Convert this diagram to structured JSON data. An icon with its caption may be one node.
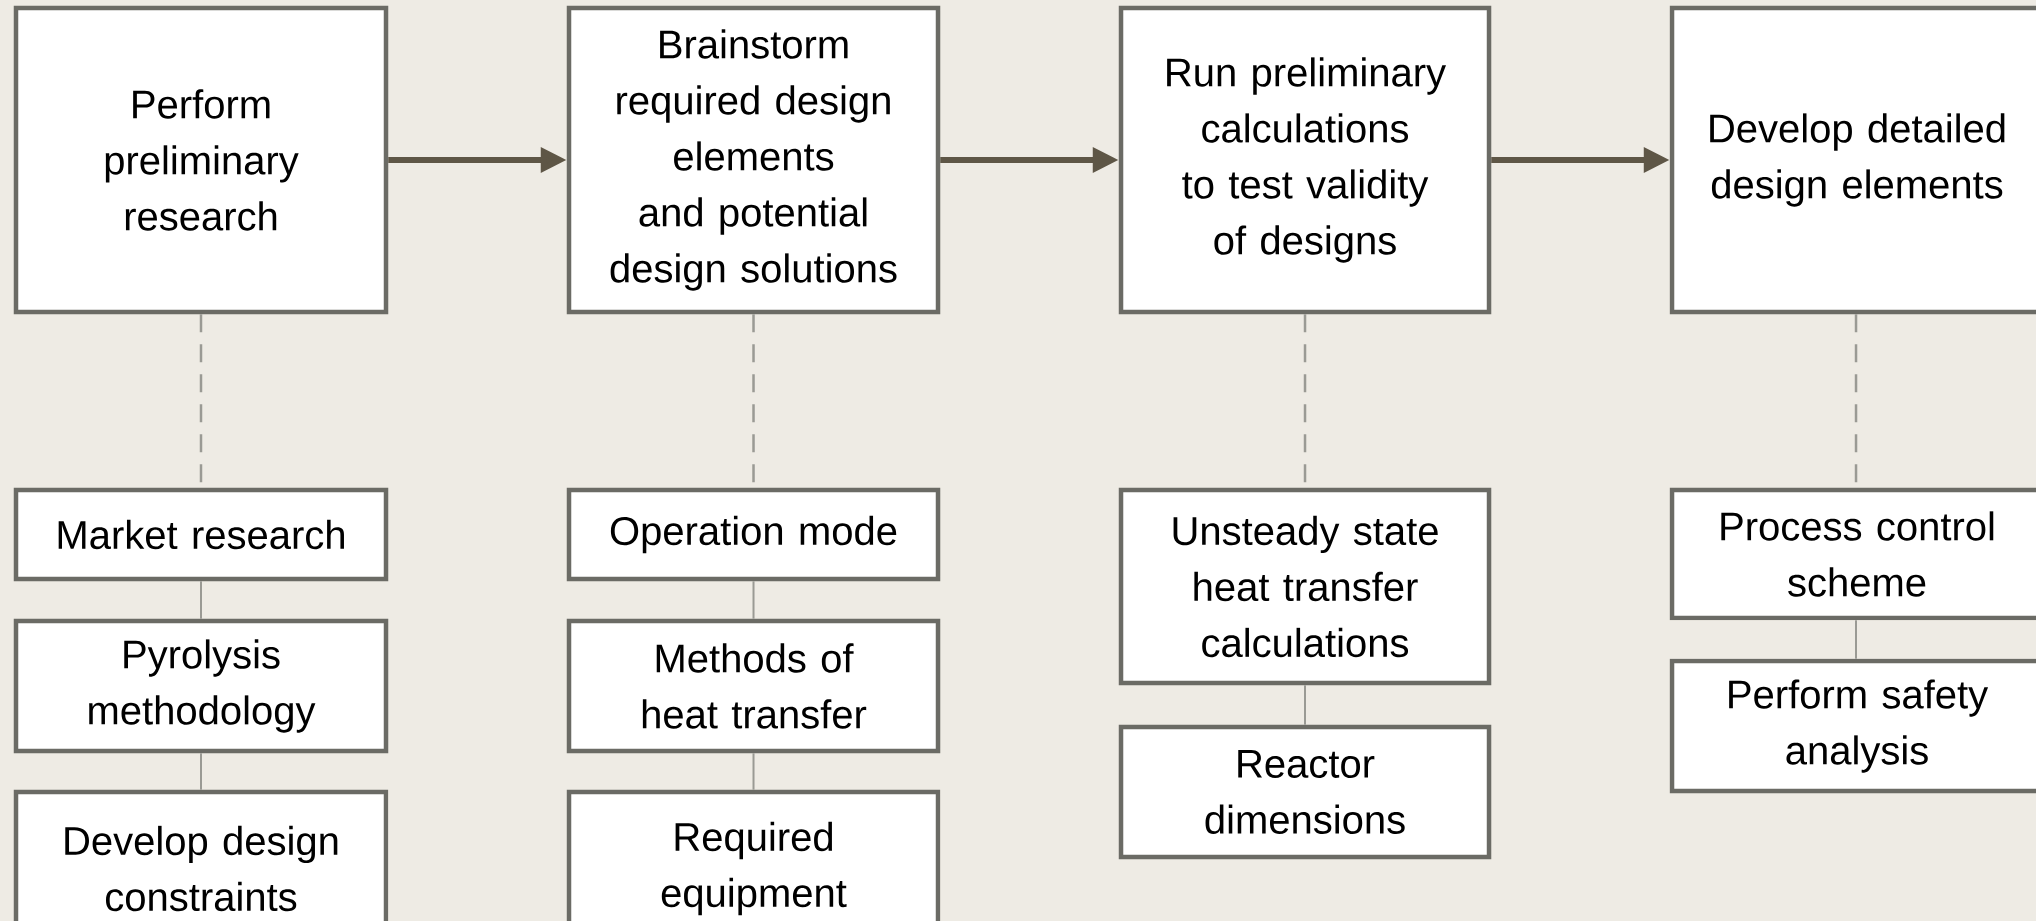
{
  "diagram": {
    "nodes": [
      {
        "text": [
          "Perform preliminary research"
        ]
      },
      {
        "text": [
          "Brainstorm required design elements and potential design solutions"
        ]
      },
      {
        "text": [
          "Run preliminary calculations to test validity of designs"
        ]
      },
      {
        "text": [
          "Develop detailed design elements"
        ]
      },
      {
        "text": [
          "Market research"
        ]
      },
      {
        "text": [
          "Pyrolysis methodology"
        ]
      },
      {
        "text": [
          "Develop design constraints"
        ]
      },
      {
        "text": [
          "Operation mode"
        ]
      },
      {
        "text": [
          "Methods of heat transfer"
        ]
      },
      {
        "text": [
          "Required equipment"
        ]
      },
      {
        "text": [
          "Unsteady state heat transfer calculations"
        ]
      },
      {
        "text": [
          "Reactor dimensions"
        ]
      },
      {
        "text": [
          "Process control scheme"
        ]
      },
      {
        "text": [
          "Perform safety analysis"
        ]
      }
    ],
    "edges": [
      {
        "from": 0,
        "to": 1,
        "arrow": "to",
        "style": "thick",
        "color": "#5e5646"
      },
      {
        "from": 1,
        "to": 2,
        "arrow": "to",
        "style": "thick",
        "color": "#5e5646"
      },
      {
        "from": 2,
        "to": 3,
        "arrow": "to",
        "style": "thick",
        "color": "#5e5646"
      },
      {
        "from": 0,
        "to": 4,
        "arrow": "none",
        "style": "dashed"
      },
      {
        "from": 1,
        "to": 7,
        "arrow": "none",
        "style": "dashed"
      },
      {
        "from": 2,
        "to": 10,
        "arrow": "none",
        "style": "dashed"
      },
      {
        "from": 3,
        "to": 12,
        "arrow": "none",
        "style": "dashed"
      },
      {
        "from": 4,
        "to": 5,
        "arrow": "none"
      },
      {
        "from": 5,
        "to": 6,
        "arrow": "none"
      },
      {
        "from": 7,
        "to": 8,
        "arrow": "none"
      },
      {
        "from": 8,
        "to": 9,
        "arrow": "none"
      },
      {
        "from": 10,
        "to": 11,
        "arrow": "none"
      },
      {
        "from": 12,
        "to": 13,
        "arrow": "none"
      }
    ]
  }
}
